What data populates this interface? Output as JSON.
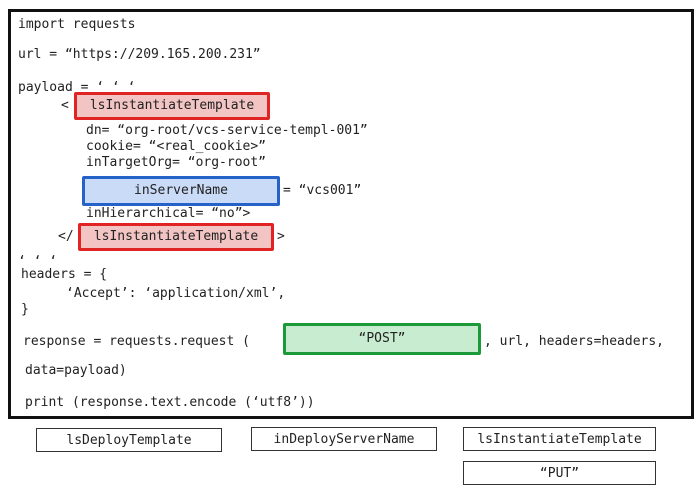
{
  "code": {
    "line1": "import requests",
    "line2": "url = “https://209.165.200.231”",
    "line3": "payload = ‘ ‘ ‘",
    "line4_open": "<",
    "line5": "dn= “org-root/vcs-service-templ-001”",
    "line6": "cookie= “<real_cookie>”",
    "line7": "inTargetOrg= “org-root”",
    "line8_value": "= “vcs001”",
    "line9": "inHierarchical= “no”>",
    "line10_open": "</",
    "line10_close": ">",
    "line11": "‘ ‘ ‘",
    "line12": "headers = {",
    "line13": "‘Accept’: ‘application/xml’,",
    "line14": "}",
    "line15_start": "response = requests.request (",
    "line15_end": ", url, headers=headers,",
    "line16": "data=payload)",
    "line17": "print (response.text.encode (‘utf8’))"
  },
  "slots": {
    "slot1": "lsInstantiateTemplate",
    "slot2": "inServerName",
    "slot3": "lsInstantiateTemplate",
    "slot4": "“POST”"
  },
  "options": {
    "opt1": "lsDeployTemplate",
    "opt2": "inDeployServerName",
    "opt3": "lsInstantiateTemplate",
    "opt4": "“PUT”"
  },
  "colors": {
    "slot_red": "#e02424",
    "slot_blue": "#2563c9",
    "slot_green": "#1c9a3a"
  }
}
